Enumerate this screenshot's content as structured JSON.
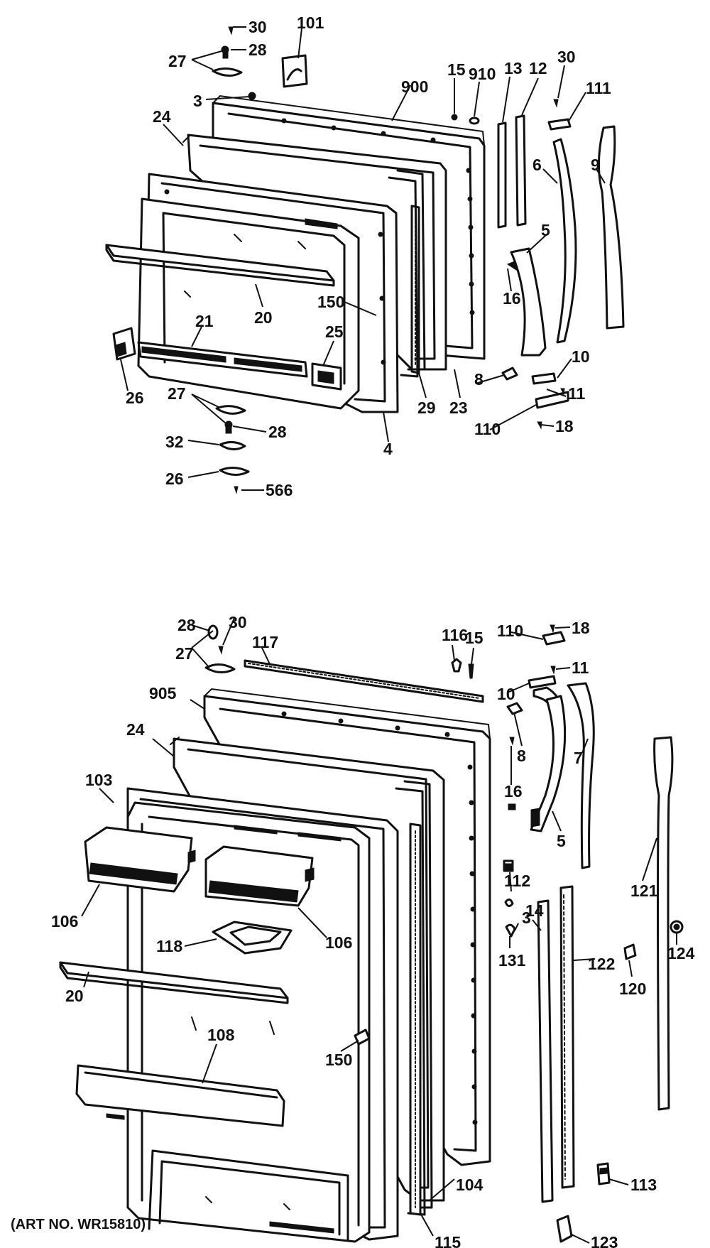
{
  "art_number": "(ART NO. WR15810)",
  "freezer_door_labels": {
    "p30": "30",
    "p101": "101",
    "p27": "27",
    "p28": "28",
    "p3": "3",
    "p900": "900",
    "p15": "15",
    "p910": "910",
    "p13": "13",
    "p12": "12",
    "p30b": "30",
    "p111": "111",
    "p24": "24",
    "p6": "6",
    "p9": "9",
    "p5": "5",
    "p16": "16",
    "p150": "150",
    "p20": "20",
    "p21": "21",
    "p25": "25",
    "p10": "10",
    "p8": "8",
    "p11": "11",
    "p26": "26",
    "p29": "29",
    "p23": "23",
    "p110": "110",
    "p18": "18",
    "p27b": "27",
    "p28b": "28",
    "p4": "4",
    "p32": "32",
    "p26b": "26",
    "p566": "566"
  },
  "fresh_food_door_labels": {
    "p28": "28",
    "p30": "30",
    "p27": "27",
    "p117": "117",
    "p116": "116",
    "p15": "15",
    "p110": "110",
    "p18": "18",
    "p11": "11",
    "p905": "905",
    "p10": "10",
    "p24": "24",
    "p8": "8",
    "p7": "7",
    "p103": "103",
    "p16": "16",
    "p5": "5",
    "p121": "121",
    "p106a": "106",
    "p112": "112",
    "p14": "14",
    "p118": "118",
    "p106b": "106",
    "p3": "3",
    "p122": "122",
    "p124": "124",
    "p20": "20",
    "p120": "120",
    "p131": "131",
    "p108": "108",
    "p150": "150",
    "p104": "104",
    "p113": "113",
    "p115": "115",
    "p123": "123"
  }
}
